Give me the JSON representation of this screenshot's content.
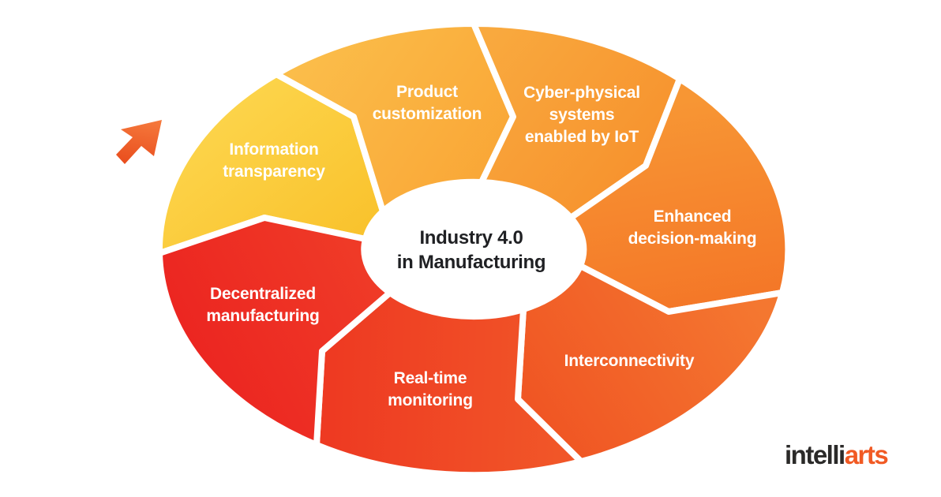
{
  "figure": {
    "title": "Industry 4.0\nin Manufacturing",
    "title_color": "#1f2023",
    "background": "#ffffff",
    "divider_color": "#ffffff"
  },
  "segments": [
    {
      "id": "information-transparency",
      "label": "Information\ntransparency",
      "color_light": "#FDD54C",
      "color_dark": "#F9C32E"
    },
    {
      "id": "product-customization",
      "label": "Product\ncustomization",
      "color_light": "#FBBD4A",
      "color_dark": "#F9A535"
    },
    {
      "id": "cyber-physical-systems",
      "label": "Cyber-physical\nsystems\nenabled by IoT",
      "color_light": "#F9A93E",
      "color_dark": "#F68D2A"
    },
    {
      "id": "enhanced-decision-making",
      "label": "Enhanced\ndecision-making",
      "color_light": "#F79634",
      "color_dark": "#F47326"
    },
    {
      "id": "interconnectivity",
      "label": "Interconnectivity",
      "color_light": "#F47730",
      "color_dark": "#F05423"
    },
    {
      "id": "real-time-monitoring",
      "label": "Real-time\nmonitoring",
      "color_light": "#F15628",
      "color_dark": "#EE3A22"
    },
    {
      "id": "decentralized-manufacturing",
      "label": "Decentralized\nmanufacturing",
      "color_light": "#EF3A27",
      "color_dark": "#EC2621"
    }
  ],
  "cursor": {
    "color_light": "#F5793C",
    "color_dark": "#E94D1D"
  },
  "logo": {
    "part1": "intelli",
    "part2": "arts",
    "part1_color": "#2b2a29",
    "part2_color": "#f15a24"
  }
}
